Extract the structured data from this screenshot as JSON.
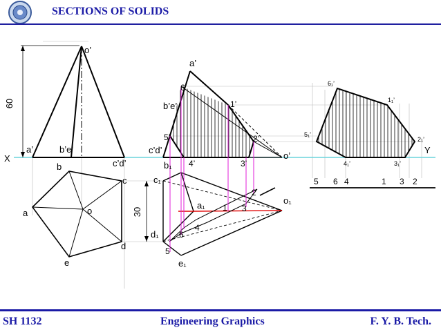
{
  "header": {
    "title": "SECTIONS OF SOLIDS"
  },
  "footer": {
    "left": "SH 1132",
    "center": "Engineering Graphics",
    "right": "F. Y.  B. Tech."
  },
  "labels": {
    "dim_60": "60",
    "dim_30": "30",
    "o_prime": "o’",
    "a_prime": "a’",
    "be_prime": "b’e’",
    "cd_prime": "c’d’",
    "X": "X",
    "Y": "Y",
    "b": "b",
    "c": "c",
    "a": "a",
    "o": "o",
    "d": "d",
    "e": "e",
    "a_prime_2": "a’",
    "six_prime": "6’",
    "be_prime_2": "b’e’",
    "one_prime": "1’",
    "five_prime": "5’",
    "two_prime": "2’",
    "cd_prime_2": "c’d’",
    "four_prime": "4’",
    "three_prime": "3’",
    "o_prime_2": "o’",
    "b1": "b₁",
    "c1": "c₁",
    "a1": "a₁",
    "d1": "d₁",
    "e1": "e₁",
    "o1": "o₁",
    "n1": "1",
    "n2": "2",
    "n3": "3",
    "n4": "4",
    "n5": "5",
    "n6": "6",
    "s6": "6₁’",
    "s1": "1₁’",
    "s5": "5₁’",
    "s2": "2₁’",
    "s4": "4₁’",
    "s3": "3₁’",
    "row": [
      "5",
      "6",
      "4",
      "1",
      "3",
      "2"
    ]
  },
  "colors": {
    "accent": "#1a1aa6",
    "xy_line": "#6ad3dc",
    "cutting_plane": "#e21bd8",
    "red": "#e00000"
  }
}
